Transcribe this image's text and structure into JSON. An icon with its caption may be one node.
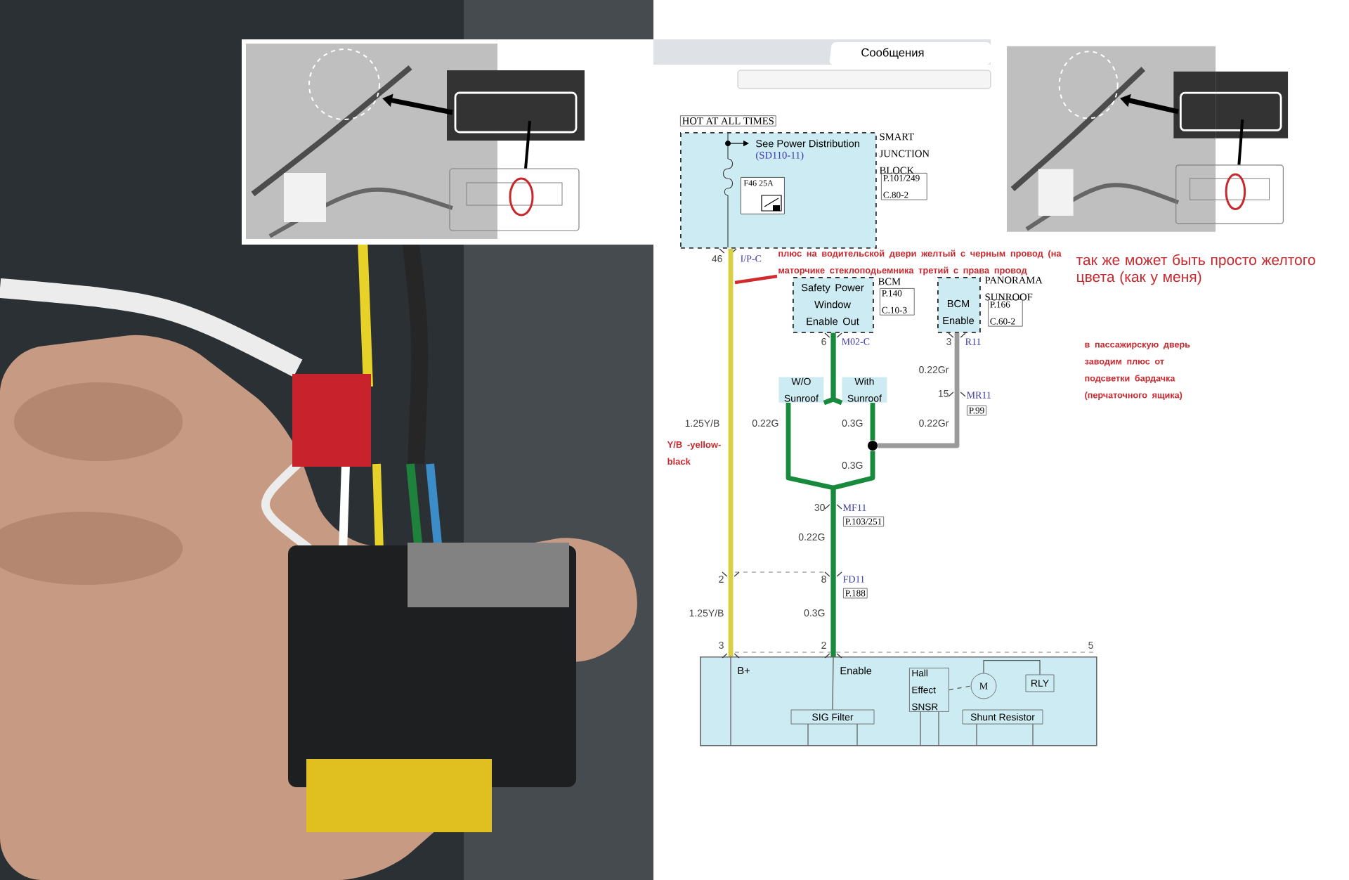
{
  "diagram": {
    "nodes": [
      {
        "text": [
          "See Power Distribution",
          "(SD110-11)",
          "SMART JUNCTION BLOCK",
          "P.101/249 C.80-2"
        ]
      },
      {
        "text": [
          "F46 25A"
        ],
        "in": 0
      },
      {
        "text": [
          "Safety Power Window Enable Out",
          "BCM",
          "P.140 C.10-3"
        ]
      },
      {
        "text": [
          "BCM Enable",
          "PANORAMA SUNROOF",
          "P.166 C.60-2"
        ]
      },
      {
        "text": [
          "W/O Sunroof"
        ]
      },
      {
        "text": [
          "With Sunroof"
        ]
      },
      {
        "text": [],
        "shape": "circle"
      },
      {
        "text": [
          "B+",
          "Enable"
        ]
      },
      {
        "text": [
          "Hall Effect SNSR"
        ],
        "in": 7
      },
      {
        "text": [
          "M"
        ],
        "in": 7
      },
      {
        "text": [
          "RLY"
        ],
        "in": 7
      },
      {
        "text": [
          "SIG Filter"
        ],
        "in": 7
      },
      {
        "text": [
          "Shunt Resistor"
        ],
        "in": 7
      },
      {
        "text": [
          "плюс на водительской двери желтый с черным провод (на маторчике стеклоподьемника третий с права провод"
        ]
      }
    ],
    "edges": [
      {
        "from": 0,
        "to": 7,
        "arrow": "none",
        "label": "1.25Y/B",
        "color": "#d8d040"
      },
      {
        "from": 2,
        "to": 4,
        "arrow": "none"
      },
      {
        "from": 2,
        "to": 5,
        "arrow": "none"
      },
      {
        "from": 4,
        "to": 7,
        "arrow": "none",
        "label": "0.22G"
      },
      {
        "from": 5,
        "to": 6,
        "arrow": "none",
        "label": "0.3G"
      },
      {
        "from": 6,
        "to": 7,
        "arrow": "none",
        "label": "0.3G"
      },
      {
        "from": 3,
        "to": 6,
        "arrow": "none",
        "label": "0.22Gr",
        "color": "#9a9a9a"
      },
      {
        "from": 8,
        "to": 9,
        "arrow": "none",
        "style": "dashed",
        "color": "#505050"
      },
      {
        "from": 9,
        "to": 10,
        "arrow": "none",
        "color": "#505050"
      },
      {
        "from": 13,
        "to": null,
        "arrow": "none",
        "color": "#d02a2a"
      },
      {
        "from": 7,
        "to": 11,
        "arrow": "none",
        "color": "#505050"
      }
    ],
    "labels": [
      "Сообщения",
      "HOT AT ALL TIMES",
      "46",
      "I/P-C",
      "6",
      "M02-C",
      "3",
      "R11",
      "0.22Gr",
      "15",
      "MR11",
      "P.99",
      "Y/B -yellow-black",
      "30",
      "MF11",
      "P.103/251",
      "0.22G",
      "2",
      "8",
      "FD11",
      "P.188",
      "1.25Y/B",
      "0.3G",
      "3",
      "2",
      "5",
      "так же может быть просто желтого цвета (как у меня)",
      "в пассажирскую дверь заводим плюс от подсветки бардачка (перчаточного ящика)"
    ]
  }
}
